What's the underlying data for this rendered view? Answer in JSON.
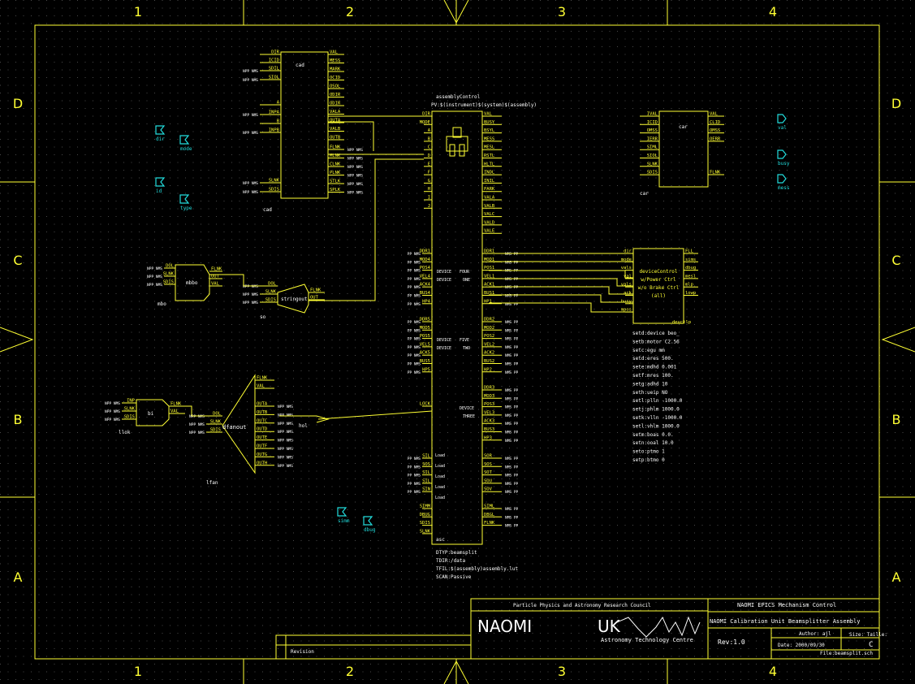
{
  "frame": {
    "col_labels": [
      "1",
      "2",
      "3",
      "4"
    ],
    "row_labels": [
      "D",
      "C",
      "B",
      "A"
    ]
  },
  "assembly": {
    "title": "assemblyControl",
    "pv": "PV:$(instrument)$(system)$(assembly)",
    "left_pins": [
      "DIR",
      "MODE",
      "A",
      "B",
      "C",
      "D",
      "E",
      "F",
      "G",
      "H",
      "I",
      "J"
    ],
    "right_pins_top": [
      "VAL",
      "BUSY",
      "BSYL",
      "MESS",
      "MESL",
      "RSTL",
      "HLTL",
      "INDL",
      "INIL",
      "PARK",
      "VALA",
      "VALB",
      "VALC",
      "VALD",
      "VALE"
    ],
    "dev_left_1": [
      "DDR1",
      "MOD4",
      "POS4",
      "VEL4",
      "ACK4",
      "BUS4",
      "HP4"
    ],
    "dev_left_2": [
      "DDR5",
      "MOD5",
      "POS5",
      "VEL5",
      "ACK5",
      "BUS5",
      "HP5"
    ],
    "dev_right_1": [
      "DDR1",
      "MOD1",
      "POS1",
      "VEL1",
      "ACK1",
      "BUS1",
      "HP1"
    ],
    "dev_right_2": [
      "DDR2",
      "MOD2",
      "POS2",
      "VEL2",
      "ACK2",
      "BUS2",
      "HP2"
    ],
    "dev_right_3": [
      "DDR3",
      "MOD3",
      "POS3",
      "VEL3",
      "ACK3",
      "BUS3",
      "HP3"
    ],
    "dev_labels": [
      "DEVICE",
      "FOUR",
      "DEVICE",
      "ONE",
      "DEVICE",
      "FIVE",
      "DEVICE",
      "TWO",
      "DEVICE",
      "THREE"
    ],
    "lock_pin": "LOCK",
    "sim_left": [
      "SIL",
      "SOS",
      "SIL",
      "SIL",
      "SIN"
    ],
    "sim_right": [
      "SOR",
      "SOS",
      "SOT",
      "SOU",
      "SOV"
    ],
    "bottom_left": [
      "SIMM",
      "DBUG",
      "SDIS",
      "SLNK"
    ],
    "bottom_right": [
      "SIML",
      "DBGL",
      "FLNK"
    ],
    "load_labels": [
      "Load",
      "Load",
      "Load",
      "Load",
      "Load"
    ],
    "name": "asc",
    "notes": [
      "DTYP:beamsplit",
      "TDIR:/data",
      "TFIL:$(assembly)assembly.lut",
      "SCAN:Passive"
    ]
  },
  "cad": {
    "name_top": "cad",
    "name_bottom": "cad",
    "left_pins": [
      "DIR",
      "ICID",
      "SDIL",
      "SIOL",
      "A",
      "INPA",
      "B",
      "INPB",
      "SLNK",
      "SDIS"
    ],
    "right_pins": [
      "VAL",
      "MESS",
      "MARK",
      "OCID",
      "OSOL",
      "ODIR",
      "ODIR",
      "VALA",
      "OUTA",
      "VALB",
      "OUTB",
      "FLNK",
      "MLNK",
      "CLNK",
      "PLNK",
      "STLK",
      "SPLK"
    ]
  },
  "car": {
    "name": "car",
    "name_bottom": "car",
    "left_pins": [
      "IVAL",
      "ICID",
      "OMSS",
      "IERR",
      "SIML",
      "SIOL",
      "SLNK",
      "SDIS"
    ],
    "right_pins": [
      "VAL",
      "CLID",
      "OMSS",
      "OERR",
      "FLNK"
    ]
  },
  "ports": {
    "dir": "dir",
    "mode": "mode",
    "id": "id",
    "type": "type",
    "val": "val",
    "busy": "busy",
    "mess": "mess",
    "simm": "simm",
    "dbug": "dbug",
    "hol": "hol"
  },
  "mbbo": {
    "name": "mbbo",
    "inst": "mbo",
    "left": [
      "DOL",
      "SLNK",
      "SDIS"
    ],
    "right": [
      "FLNK",
      "OUT",
      "VAL"
    ]
  },
  "stringout": {
    "name": "stringout",
    "inst": "so",
    "left": [
      "DOL",
      "SLNK",
      "SDIS"
    ],
    "right": [
      "FLNK",
      "OUT"
    ]
  },
  "bi": {
    "name": "bi",
    "inst": "llok",
    "left": [
      "INP",
      "SLNK",
      "SDIS"
    ],
    "right": [
      "FLNK",
      "VAL"
    ]
  },
  "dfanout": {
    "name": "dfanout",
    "inst": "lfan",
    "left": [
      "DOL",
      "SLNK",
      "SDIS"
    ],
    "right": [
      "FLNK",
      "VAL",
      "OUTA",
      "OUTB",
      "OUTC",
      "OUTD",
      "OUTE",
      "OUTF",
      "OUTG",
      "OUTH"
    ]
  },
  "device_control": {
    "lines": [
      "deviceControl",
      "w/Power Ctrl",
      "w/o Brake Ctrl",
      "(all)"
    ],
    "left_pins": [
      "dir",
      "mode",
      "vals",
      "val",
      "vals",
      "ack",
      "busy",
      "mpos"
    ],
    "right_pins": [
      "FLL",
      "sims",
      "dbug",
      "mesl",
      "mlp",
      "lowp"
    ],
    "inst": "devctlp",
    "settings": [
      "setd:device beo_",
      "setb:motor C2.56",
      "setc:egu mm",
      "setd:eres 500.",
      "sete:mdhd 0.001",
      "setf:mres 100.",
      "setg:adhd 10",
      "seth:ueip NO",
      "setl:plln -1000.0",
      "setj:phlm 1000.0",
      "setk:vlln -1000.0",
      "setl:vhlm 1000.0",
      "setm:boas 0.0.",
      "setn:ooal 10.0",
      "seto:ptmo 1",
      "setp:btmo 0"
    ]
  },
  "title_block": {
    "council": "Particle Physics and Astronomy Research Council",
    "naomi": "NAOMI",
    "uk": "UK",
    "atc": "Astronomy Technology Centre",
    "project": "NAOMI EPICS Mechanism Control",
    "drawing_title": "NAOMI Calibration Unit Beamsplitter Assembly",
    "rev": "Rev:1.0",
    "author": "Author: ajl",
    "date": "Date: 2000/09/30",
    "size_label": "Size: Taille:",
    "size": "C",
    "file": "File:beamsplit.sch",
    "revision": "Revision"
  },
  "colors": {
    "schematic": "#ffff33",
    "text": "#ffffff",
    "port": "#22dddd",
    "background": "#000000"
  }
}
